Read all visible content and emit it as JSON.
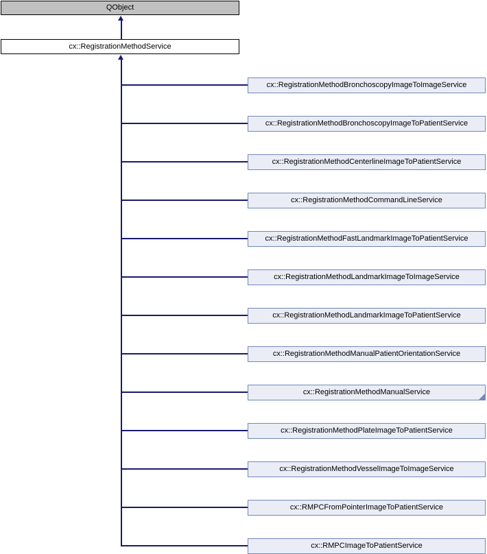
{
  "diagram": {
    "kind": "inheritance-graph",
    "root": {
      "label": "QObject"
    },
    "parent": {
      "label": "cx::RegistrationMethodService"
    },
    "children": [
      {
        "label": "cx::RegistrationMethodBronchoscopyImageToImageService",
        "truncated": false
      },
      {
        "label": "cx::RegistrationMethodBronchoscopyImageToPatientService",
        "truncated": false
      },
      {
        "label": "cx::RegistrationMethodCenterlineImageToPatientService",
        "truncated": false
      },
      {
        "label": "cx::RegistrationMethodCommandLineService",
        "truncated": false
      },
      {
        "label": "cx::RegistrationMethodFastLandmarkImageToPatientService",
        "truncated": false
      },
      {
        "label": "cx::RegistrationMethodLandmarkImageToImageService",
        "truncated": false
      },
      {
        "label": "cx::RegistrationMethodLandmarkImageToPatientService",
        "truncated": false
      },
      {
        "label": "cx::RegistrationMethodManualPatientOrientationService",
        "truncated": false
      },
      {
        "label": "cx::RegistrationMethodManualService",
        "truncated": true
      },
      {
        "label": "cx::RegistrationMethodPlateImageToPatientService",
        "truncated": false
      },
      {
        "label": "cx::RegistrationMethodVesselImageToImageService",
        "truncated": false
      },
      {
        "label": "cx::RMPCFromPointerImageToPatientService",
        "truncated": false
      },
      {
        "label": "cx::RMPCImageToPatientService",
        "truncated": false
      }
    ],
    "colors": {
      "edge": "#191970",
      "text": "#000000",
      "root_fill": "#c0c0c0",
      "root_border": "#000000",
      "parent_fill": "#ffffff",
      "parent_border": "#000000",
      "child_fill": "#eaedf6",
      "child_border": "#7288b8",
      "background": "#ffffff"
    }
  }
}
